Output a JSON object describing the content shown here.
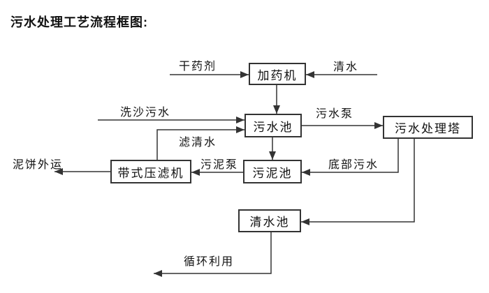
{
  "title": "污水处理工艺流程框图:",
  "diagram": {
    "nodes": {
      "dosing_machine": "加药机",
      "sewage_pool": "污水池",
      "treatment_tower": "污水处理塔",
      "belt_filter_press": "带式压滤机",
      "sludge_pool": "污泥池",
      "clean_water_pool": "清水池"
    },
    "edge_labels": {
      "dry_chemical": "干药剂",
      "clean_water": "清水",
      "sand_washing_sewage": "洗沙污水",
      "sewage_pump": "污水泵",
      "filtered_water": "滤清水",
      "sludge_pump": "污泥泵",
      "bottom_sewage": "底部污水",
      "mud_cake_out": "泥饼外运",
      "recycle_use": "循环利用"
    },
    "flows": [
      {
        "from": "dry_chemical_input",
        "to": "dosing_machine",
        "label": "干药剂"
      },
      {
        "from": "clean_water_input",
        "to": "dosing_machine",
        "label": "清水"
      },
      {
        "from": "dosing_machine",
        "to": "sewage_pool",
        "label": ""
      },
      {
        "from": "sand_washing_input",
        "to": "sewage_pool",
        "label": "洗沙污水"
      },
      {
        "from": "belt_filter_press",
        "to": "sewage_pool",
        "label": "滤清水"
      },
      {
        "from": "sewage_pool",
        "to": "treatment_tower",
        "label": "污水泵"
      },
      {
        "from": "sewage_pool",
        "to": "sludge_pool",
        "label": ""
      },
      {
        "from": "treatment_tower",
        "to": "sludge_pool",
        "label": "底部污水"
      },
      {
        "from": "sludge_pool",
        "to": "belt_filter_press",
        "label": "污泥泵"
      },
      {
        "from": "belt_filter_press",
        "to": "mud_cake_output",
        "label": "泥饼外运"
      },
      {
        "from": "treatment_tower",
        "to": "clean_water_pool",
        "label": ""
      },
      {
        "from": "clean_water_pool",
        "to": "recycle_output",
        "label": "循环利用"
      }
    ],
    "colors": {
      "line": "#333333",
      "text": "#111111",
      "background": "#ffffff"
    }
  }
}
